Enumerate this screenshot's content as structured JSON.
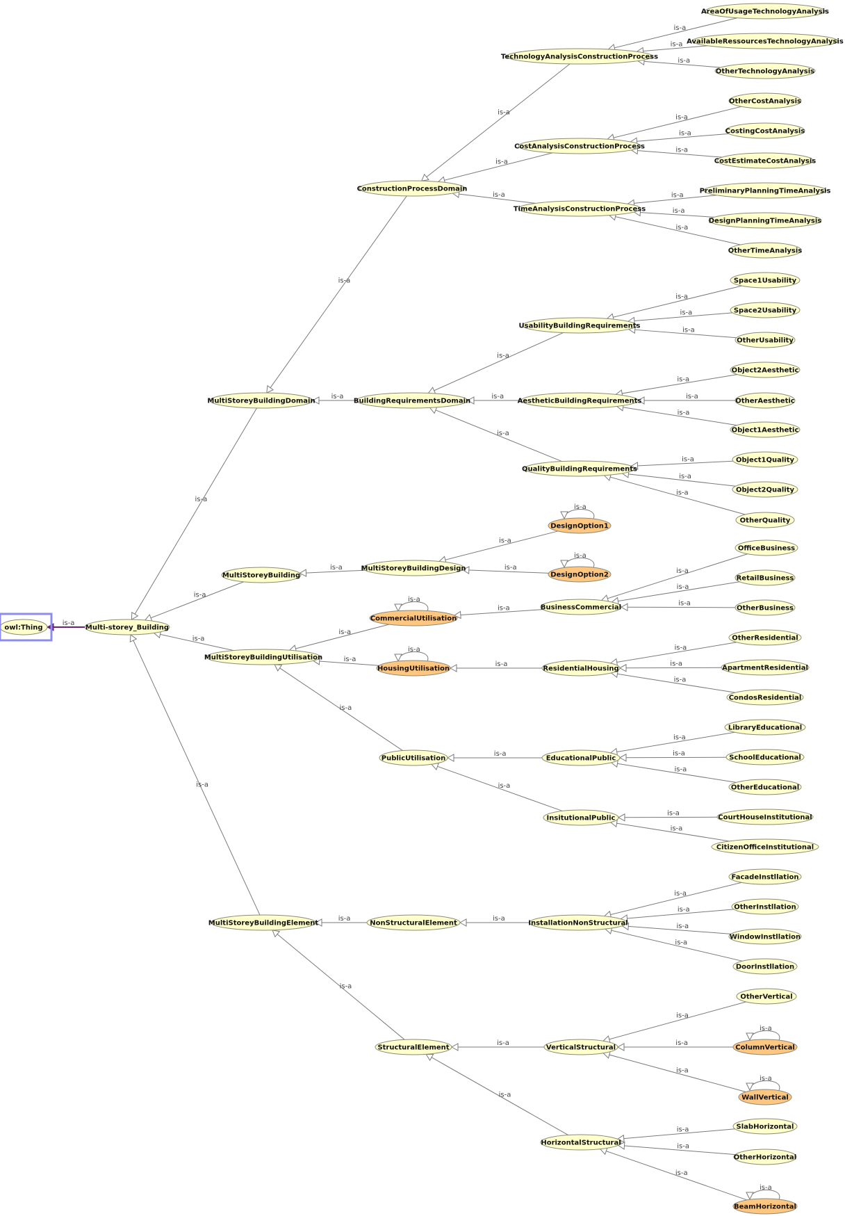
{
  "colors": {
    "class_fill": "#ffffcc",
    "highlight_fill": "#ffc680",
    "edge": "#7a7a7a",
    "root_edge": "#6a1f7a",
    "selection": "#8c8cf0"
  },
  "edge_label": "is-a",
  "nodes": [
    {
      "id": "owl_thing",
      "label": "owl:Thing",
      "highlight": false,
      "selected": true
    },
    {
      "id": "multi_storey_building",
      "label": "Multi-storey_Building",
      "highlight": false
    },
    {
      "id": "ms_domain",
      "label": "MultiStoreyBuildingDomain",
      "highlight": false
    },
    {
      "id": "ms_building",
      "label": "MultiStoreyBuilding",
      "highlight": false
    },
    {
      "id": "ms_utilisation",
      "label": "MultiStoreyBuildingUtilisation",
      "highlight": false
    },
    {
      "id": "ms_element",
      "label": "MultiStoreyBuildingElement",
      "highlight": false
    },
    {
      "id": "construction_process_domain",
      "label": "ConstructionProcessDomain",
      "highlight": false
    },
    {
      "id": "building_requirements_domain",
      "label": "BuildingRequirementsDomain",
      "highlight": false
    },
    {
      "id": "ms_design",
      "label": "MultiStoreyBuildingDesign",
      "highlight": false
    },
    {
      "id": "commercial_utilisation",
      "label": "CommercialUtilisation",
      "highlight": true
    },
    {
      "id": "housing_utilisation",
      "label": "HousingUtilisation",
      "highlight": true
    },
    {
      "id": "public_utilisation",
      "label": "PublicUtilisation",
      "highlight": false
    },
    {
      "id": "non_structural_element",
      "label": "NonStructuralElement",
      "highlight": false
    },
    {
      "id": "structural_element",
      "label": "StructuralElement",
      "highlight": false
    },
    {
      "id": "tech_analysis",
      "label": "TechnologyAnalysisConstructionProcess",
      "highlight": false
    },
    {
      "id": "cost_analysis",
      "label": "CostAnalysisConstructionProcess",
      "highlight": false
    },
    {
      "id": "time_analysis",
      "label": "TimeAnalysisConstructionProcess",
      "highlight": false
    },
    {
      "id": "usability_req",
      "label": "UsabilityBuildingRequirements",
      "highlight": false
    },
    {
      "id": "aesthetic_req",
      "label": "AestheticBuildingRequirements",
      "highlight": false
    },
    {
      "id": "quality_req",
      "label": "QualityBuildingRequirements",
      "highlight": false
    },
    {
      "id": "design_option1",
      "label": "DesignOption1",
      "highlight": true
    },
    {
      "id": "design_option2",
      "label": "DesignOption2",
      "highlight": true
    },
    {
      "id": "business_commercial",
      "label": "BusinessCommercial",
      "highlight": false
    },
    {
      "id": "residential_housing",
      "label": "ResidentialHousing",
      "highlight": false
    },
    {
      "id": "educational_public",
      "label": "EducationalPublic",
      "highlight": false
    },
    {
      "id": "institutional_public",
      "label": "InsitutionalPublic",
      "highlight": false
    },
    {
      "id": "installation_non_structural",
      "label": "InstallationNonStructural",
      "highlight": false
    },
    {
      "id": "vertical_structural",
      "label": "VerticalStructural",
      "highlight": false
    },
    {
      "id": "horizontal_structural",
      "label": "HorizontalStructural",
      "highlight": false
    },
    {
      "id": "area_of_usage",
      "label": "AreaOfUsageTechnologyAnalysis",
      "highlight": false
    },
    {
      "id": "available_resources",
      "label": "AvailableRessourcesTechnologyAnalysis",
      "highlight": false
    },
    {
      "id": "other_technology",
      "label": "OtherTechnologyAnalysis",
      "highlight": false
    },
    {
      "id": "other_cost",
      "label": "OtherCostAnalysis",
      "highlight": false
    },
    {
      "id": "costing_cost",
      "label": "CostingCostAnalysis",
      "highlight": false
    },
    {
      "id": "cost_estimate",
      "label": "CostEstimateCostAnalysis",
      "highlight": false
    },
    {
      "id": "preliminary_planning",
      "label": "PreliminaryPlanningTimeAnalysis",
      "highlight": false
    },
    {
      "id": "design_planning",
      "label": "DesignPlanningTimeAnalysis",
      "highlight": false
    },
    {
      "id": "other_time",
      "label": "OtherTimeAnalysis",
      "highlight": false
    },
    {
      "id": "space1_usability",
      "label": "Space1Usability",
      "highlight": false
    },
    {
      "id": "space2_usability",
      "label": "Space2Usability",
      "highlight": false
    },
    {
      "id": "other_usability",
      "label": "OtherUsability",
      "highlight": false
    },
    {
      "id": "object2_aesthetic",
      "label": "Object2Aesthetic",
      "highlight": false
    },
    {
      "id": "other_aesthetic",
      "label": "OtherAesthetic",
      "highlight": false
    },
    {
      "id": "object1_aesthetic",
      "label": "Object1Aesthetic",
      "highlight": false
    },
    {
      "id": "object1_quality",
      "label": "Object1Quality",
      "highlight": false
    },
    {
      "id": "object2_quality",
      "label": "Object2Quality",
      "highlight": false
    },
    {
      "id": "other_quality",
      "label": "OtherQuality",
      "highlight": false
    },
    {
      "id": "office_business",
      "label": "OfficeBusiness",
      "highlight": false
    },
    {
      "id": "retail_business",
      "label": "RetailBusiness",
      "highlight": false
    },
    {
      "id": "other_business",
      "label": "OtherBusiness",
      "highlight": false
    },
    {
      "id": "other_residential",
      "label": "OtherResidential",
      "highlight": false
    },
    {
      "id": "apartment_residential",
      "label": "ApartmentResidential",
      "highlight": false
    },
    {
      "id": "condos_residential",
      "label": "CondosResidential",
      "highlight": false
    },
    {
      "id": "library_educational",
      "label": "LibraryEducational",
      "highlight": false
    },
    {
      "id": "school_educational",
      "label": "SchoolEducational",
      "highlight": false
    },
    {
      "id": "other_educational",
      "label": "OtherEducational",
      "highlight": false
    },
    {
      "id": "courthouse_institutional",
      "label": "CourtHouseInstitutional",
      "highlight": false
    },
    {
      "id": "citizen_office_institutional",
      "label": "CitizenOfficeInstitutional",
      "highlight": false
    },
    {
      "id": "facade_installation",
      "label": "FacadeInstllation",
      "highlight": false
    },
    {
      "id": "other_installation",
      "label": "OtherInstllation",
      "highlight": false
    },
    {
      "id": "window_installation",
      "label": "WindowInstllation",
      "highlight": false
    },
    {
      "id": "door_installation",
      "label": "DoorInstllation",
      "highlight": false
    },
    {
      "id": "other_vertical",
      "label": "OtherVertical",
      "highlight": false
    },
    {
      "id": "column_vertical",
      "label": "ColumnVertical",
      "highlight": true
    },
    {
      "id": "wall_vertical",
      "label": "WallVertical",
      "highlight": true
    },
    {
      "id": "slab_horizontal",
      "label": "SlabHorizontal",
      "highlight": false
    },
    {
      "id": "other_horizontal",
      "label": "OtherHorizontal",
      "highlight": false
    },
    {
      "id": "beam_horizontal",
      "label": "BeamHorizontal",
      "highlight": true
    }
  ],
  "edges": [
    {
      "from": "multi_storey_building",
      "to": "owl_thing",
      "root": true
    },
    {
      "from": "ms_domain",
      "to": "multi_storey_building"
    },
    {
      "from": "ms_building",
      "to": "multi_storey_building"
    },
    {
      "from": "ms_utilisation",
      "to": "multi_storey_building"
    },
    {
      "from": "ms_element",
      "to": "multi_storey_building"
    },
    {
      "from": "construction_process_domain",
      "to": "ms_domain"
    },
    {
      "from": "building_requirements_domain",
      "to": "ms_domain"
    },
    {
      "from": "tech_analysis",
      "to": "construction_process_domain"
    },
    {
      "from": "cost_analysis",
      "to": "construction_process_domain"
    },
    {
      "from": "time_analysis",
      "to": "construction_process_domain"
    },
    {
      "from": "area_of_usage",
      "to": "tech_analysis"
    },
    {
      "from": "available_resources",
      "to": "tech_analysis"
    },
    {
      "from": "other_technology",
      "to": "tech_analysis"
    },
    {
      "from": "other_cost",
      "to": "cost_analysis"
    },
    {
      "from": "costing_cost",
      "to": "cost_analysis"
    },
    {
      "from": "cost_estimate",
      "to": "cost_analysis"
    },
    {
      "from": "preliminary_planning",
      "to": "time_analysis"
    },
    {
      "from": "design_planning",
      "to": "time_analysis"
    },
    {
      "from": "other_time",
      "to": "time_analysis"
    },
    {
      "from": "usability_req",
      "to": "building_requirements_domain"
    },
    {
      "from": "aesthetic_req",
      "to": "building_requirements_domain"
    },
    {
      "from": "quality_req",
      "to": "building_requirements_domain"
    },
    {
      "from": "space1_usability",
      "to": "usability_req"
    },
    {
      "from": "space2_usability",
      "to": "usability_req"
    },
    {
      "from": "other_usability",
      "to": "usability_req"
    },
    {
      "from": "object2_aesthetic",
      "to": "aesthetic_req"
    },
    {
      "from": "other_aesthetic",
      "to": "aesthetic_req"
    },
    {
      "from": "object1_aesthetic",
      "to": "aesthetic_req"
    },
    {
      "from": "object1_quality",
      "to": "quality_req"
    },
    {
      "from": "object2_quality",
      "to": "quality_req"
    },
    {
      "from": "other_quality",
      "to": "quality_req"
    },
    {
      "from": "ms_design",
      "to": "ms_building"
    },
    {
      "from": "design_option1",
      "to": "ms_design"
    },
    {
      "from": "design_option2",
      "to": "ms_design"
    },
    {
      "from": "commercial_utilisation",
      "to": "ms_utilisation"
    },
    {
      "from": "housing_utilisation",
      "to": "ms_utilisation"
    },
    {
      "from": "public_utilisation",
      "to": "ms_utilisation"
    },
    {
      "from": "business_commercial",
      "to": "commercial_utilisation"
    },
    {
      "from": "office_business",
      "to": "business_commercial"
    },
    {
      "from": "retail_business",
      "to": "business_commercial"
    },
    {
      "from": "other_business",
      "to": "business_commercial"
    },
    {
      "from": "residential_housing",
      "to": "housing_utilisation"
    },
    {
      "from": "other_residential",
      "to": "residential_housing"
    },
    {
      "from": "apartment_residential",
      "to": "residential_housing"
    },
    {
      "from": "condos_residential",
      "to": "residential_housing"
    },
    {
      "from": "educational_public",
      "to": "public_utilisation"
    },
    {
      "from": "institutional_public",
      "to": "public_utilisation"
    },
    {
      "from": "library_educational",
      "to": "educational_public"
    },
    {
      "from": "school_educational",
      "to": "educational_public"
    },
    {
      "from": "other_educational",
      "to": "educational_public"
    },
    {
      "from": "courthouse_institutional",
      "to": "institutional_public"
    },
    {
      "from": "citizen_office_institutional",
      "to": "institutional_public"
    },
    {
      "from": "non_structural_element",
      "to": "ms_element"
    },
    {
      "from": "structural_element",
      "to": "ms_element"
    },
    {
      "from": "installation_non_structural",
      "to": "non_structural_element"
    },
    {
      "from": "facade_installation",
      "to": "installation_non_structural"
    },
    {
      "from": "other_installation",
      "to": "installation_non_structural"
    },
    {
      "from": "window_installation",
      "to": "installation_non_structural"
    },
    {
      "from": "door_installation",
      "to": "installation_non_structural"
    },
    {
      "from": "vertical_structural",
      "to": "structural_element"
    },
    {
      "from": "horizontal_structural",
      "to": "structural_element"
    },
    {
      "from": "other_vertical",
      "to": "vertical_structural"
    },
    {
      "from": "column_vertical",
      "to": "vertical_structural"
    },
    {
      "from": "wall_vertical",
      "to": "vertical_structural"
    },
    {
      "from": "slab_horizontal",
      "to": "horizontal_structural"
    },
    {
      "from": "other_horizontal",
      "to": "horizontal_structural"
    },
    {
      "from": "beam_horizontal",
      "to": "horizontal_structural"
    }
  ],
  "self_loops": [
    "commercial_utilisation",
    "housing_utilisation",
    "design_option1",
    "design_option2",
    "column_vertical",
    "wall_vertical",
    "beam_horizontal"
  ]
}
